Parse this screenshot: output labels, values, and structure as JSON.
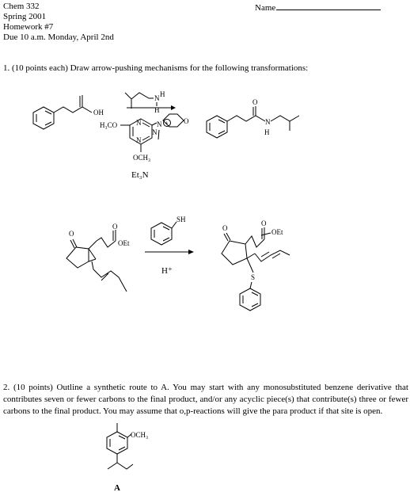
{
  "header": {
    "course": "Chem 332",
    "term": "Spring 2001",
    "homework": "Homework #7",
    "due": "Due 10 a.m. Monday, April 2nd",
    "name_label": "Name"
  },
  "question1": {
    "text": "1. (10 points each) Draw arrow-pushing mechanisms for the following transformations:",
    "reaction1": {
      "acid_oh": "OH",
      "amine_n": "N",
      "amine_h": "H",
      "amine_h2": "H",
      "reagent_och3_left": "H₃CO",
      "reagent_n_plus": "N",
      "reagent_plus": "+",
      "reagent_och3_bottom": "OCH₃",
      "reagent_n1": "N",
      "reagent_n2": "N",
      "reagent_n3": "N",
      "reagent_o_morph": "O",
      "base": "Et₃N",
      "product_o": "O",
      "product_n": "N",
      "product_h": "H"
    },
    "reaction2": {
      "sm_o_ketone": "O",
      "sm_o_ester": "O",
      "sm_oet": "OEt",
      "reagent_sh": "SH",
      "catalyst": "H⁺",
      "prod_o_ketone": "O",
      "prod_o_ester": "O",
      "prod_oet": "OEt",
      "prod_s": "S"
    }
  },
  "question2": {
    "text": "2. (10 points) Outline a synthetic route to A. You may start with any monosubstituted benzene derivative that contributes seven or fewer carbons to the final product, and/or any acyclic piece(s) that contribute(s) three or fewer carbons to the final product. You may assume that o,p-reactions will give the para product if that site is open.",
    "och3": "OCH₃",
    "compound_label": "A"
  }
}
